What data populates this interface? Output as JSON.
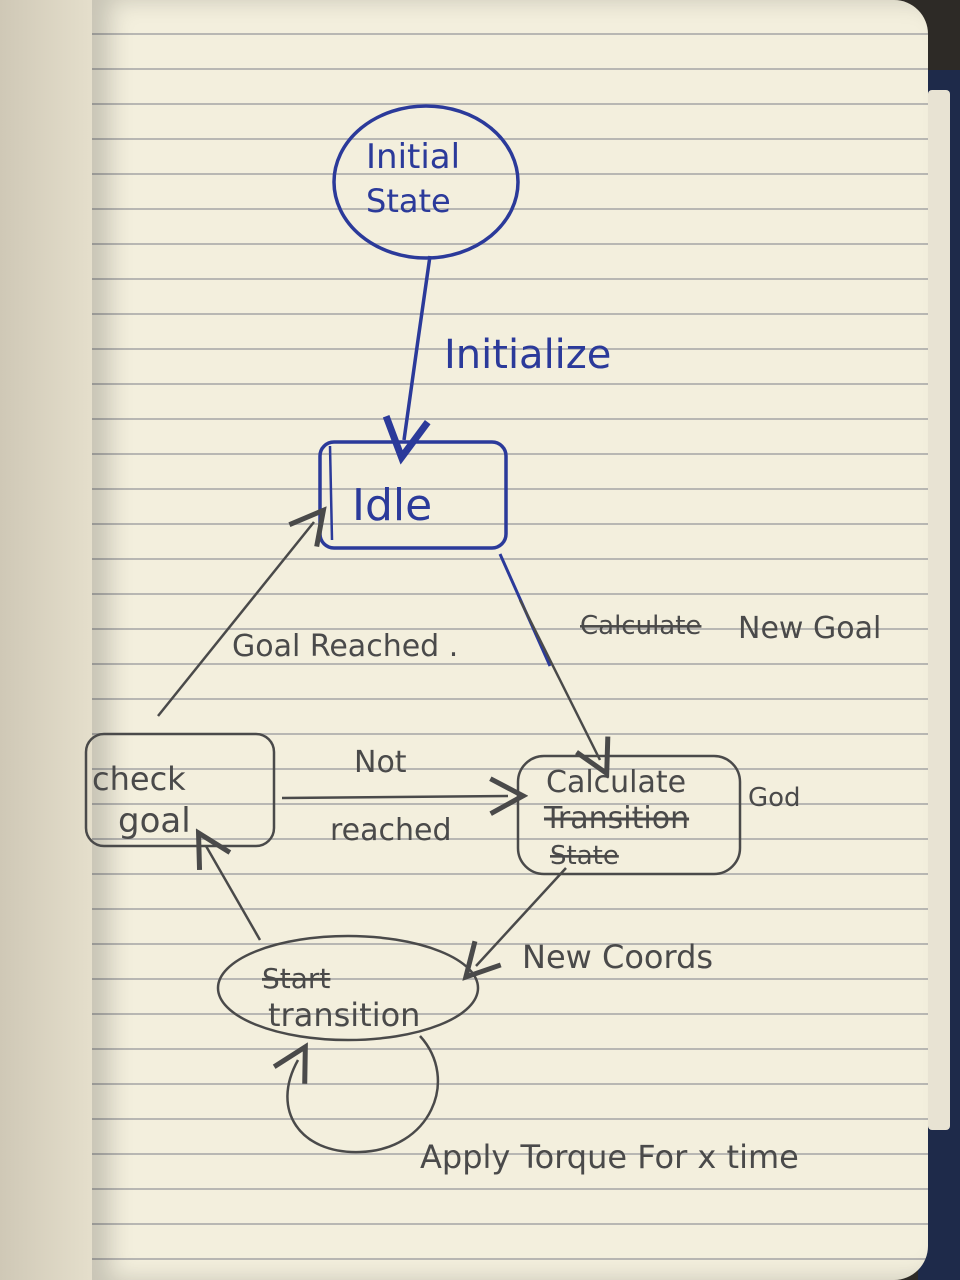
{
  "colors": {
    "ink_blue": "#2b3a9a",
    "pencil": "#4a4a4a",
    "paper": "#f3efdd",
    "rule_line": "#b8b7b3",
    "cover": "#1e2a4a"
  },
  "states": {
    "initial": {
      "line1": "Initial",
      "line2": "State"
    },
    "idle": {
      "label": "Idle"
    },
    "check_goal": {
      "line1": "check",
      "line2": "goal"
    },
    "calculate": {
      "line1": "Calculate",
      "line2_struck": "Transition",
      "line3_struck": "State",
      "side_note": "God"
    },
    "transition": {
      "line1_struck": "Start",
      "line2": "transition"
    }
  },
  "transitions": {
    "initialize": "Initialize",
    "goal_reached": "Goal Reached .",
    "new_goal_struck": "Calculate",
    "new_goal": "New Goal",
    "not_reached_top": "Not",
    "not_reached_bottom": "reached",
    "new_coords": "New Coords",
    "apply_torque": "Apply Torque For x time"
  }
}
